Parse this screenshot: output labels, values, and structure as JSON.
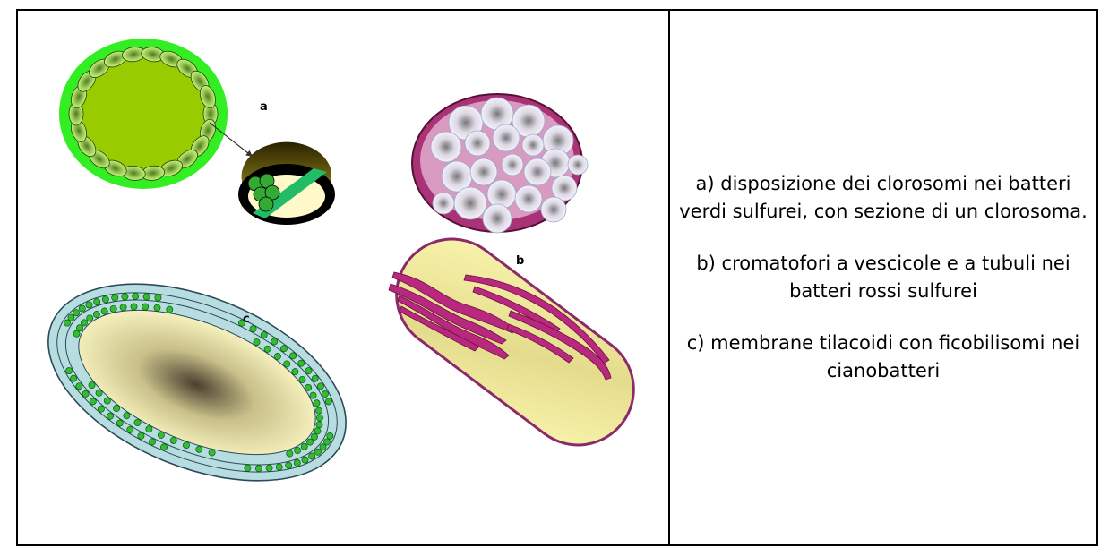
{
  "figure": {
    "label_a": "a",
    "label_b": "b",
    "label_c": "c"
  },
  "captions": [
    {
      "id": "a",
      "text": "a) disposizione dei clorosomi nei batteri verdi sulfurei, con sezione di un clorosoma."
    },
    {
      "id": "b",
      "text": "b) cromatofori a vescicole e a tubuli nei batteri rossi sulfurei"
    },
    {
      "id": "c",
      "text": "c) membrane tilacoidi con ficobilisomi nei cianobatteri"
    }
  ],
  "colors": {
    "green_outer": "#33ee22",
    "green_inner": "#99cc00",
    "magenta_outer": "#aa3377",
    "cell_yellow": "#f5f0a8",
    "cyan_envelope": "#b8dde0",
    "ficobilisome_green": "#33bb33",
    "tubule_magenta": "#b8287e"
  }
}
